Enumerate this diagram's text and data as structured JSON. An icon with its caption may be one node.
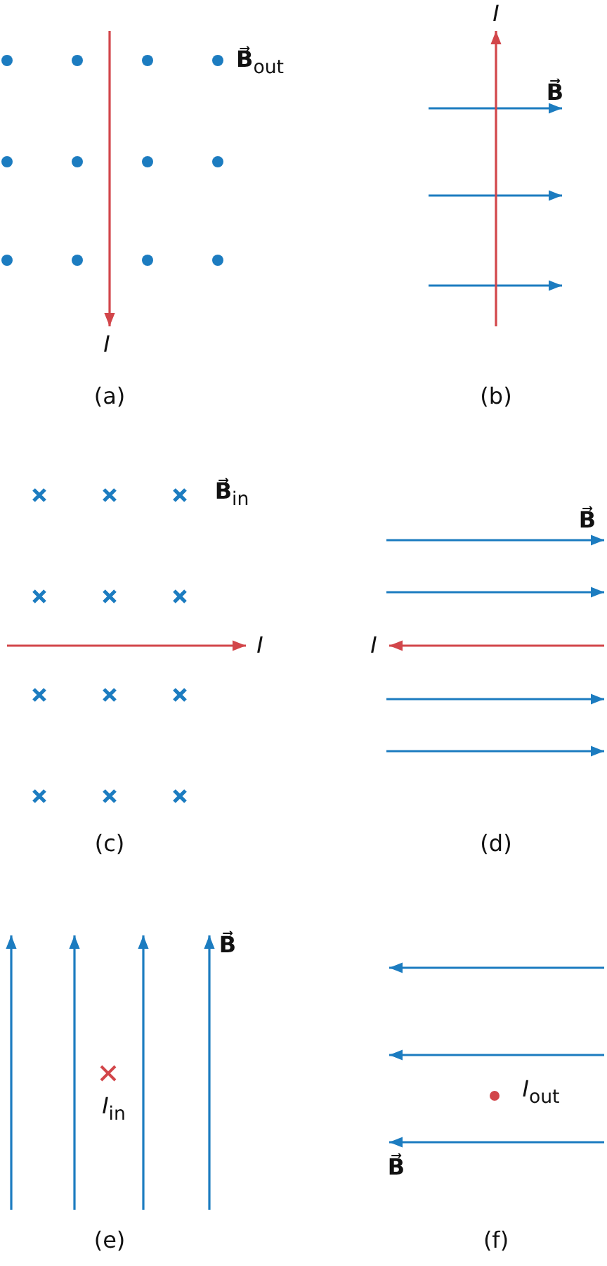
{
  "diagram": {
    "labels": [
      "**B⃗**$_{out}$",
      "I",
      "(a)",
      "I",
      "B⃗",
      "(b)",
      "**B⃗**$_{in}$",
      "I",
      "(c)",
      "B⃗",
      "I",
      "(d)",
      "B⃗",
      "*I*$_{in}$",
      "(e)",
      "*I*$_{out}$",
      "B⃗",
      "(f)"
    ]
  }
}
